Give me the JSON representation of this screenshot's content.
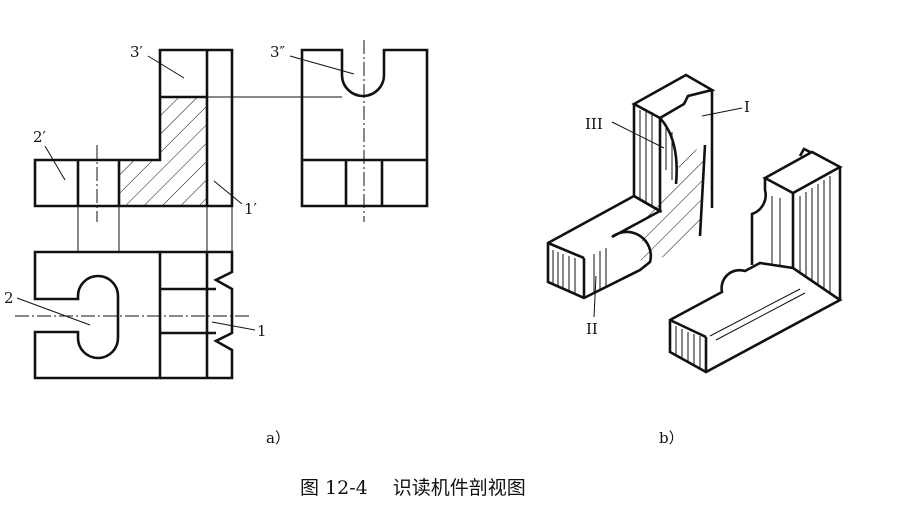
{
  "labels": {
    "front_3": "3′",
    "side_3": "3″",
    "front_2": "2′",
    "front_1": "1′",
    "top_2": "2",
    "top_1": "1",
    "iso_1": "I",
    "iso_2": "II",
    "iso_3": "III"
  },
  "captions": {
    "a": "a）",
    "b": "b）"
  },
  "figure_title": "图 12-4　 识读机件剖视图",
  "colors": {
    "line": "#111111",
    "background": "#ffffff"
  }
}
